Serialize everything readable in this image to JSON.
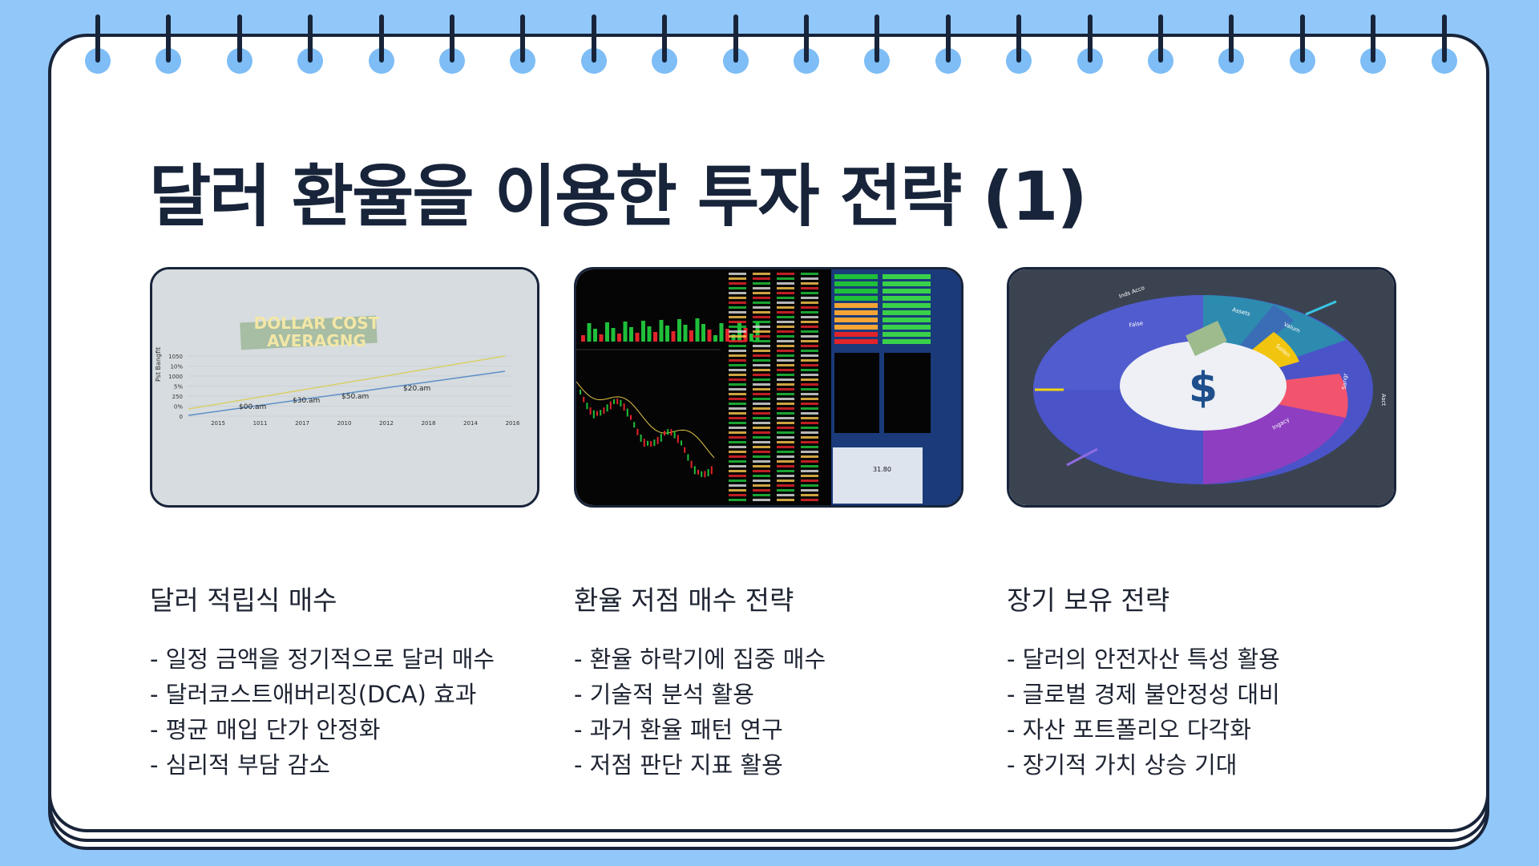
{
  "slide": {
    "title": "달러 환율을 이용한 투자 전략 (1)"
  },
  "colors": {
    "background": "#92c8f9",
    "ink": "#18243a",
    "paper": "#ffffff",
    "ring_hole": "#7ebdf5"
  },
  "images": [
    {
      "id": "dca-chart",
      "banner_line1": "DOLLAR COST",
      "banner_line2": "AVERAGNG",
      "y_axis_label": "Pst Bangfit",
      "y_ticks": [
        "1050",
        "10%",
        "1000",
        "5%",
        "250",
        "0%",
        "0"
      ],
      "x_ticks": [
        "2015",
        "1011",
        "2017",
        "2010",
        "2012",
        "2018",
        "2014",
        "2016"
      ],
      "point_labels": [
        "$00.am",
        "$30.am",
        "$50.am",
        "$20.am"
      ]
    },
    {
      "id": "trading-terminal",
      "price_tag": "31.80"
    },
    {
      "id": "portfolio-pie",
      "center_symbol": "$",
      "segment_labels": [
        "Inds Acco",
        "False",
        "Assets",
        "Valum",
        "Soilen",
        "Sangr",
        "Ingacy",
        "Asct"
      ]
    }
  ],
  "columns": [
    {
      "heading": "달러 적립식 매수",
      "items": [
        "- 일정 금액을 정기적으로 달러 매수",
        "- 달러코스트애버리징(DCA) 효과",
        "- 평균 매입 단가 안정화",
        "- 심리적 부담 감소"
      ]
    },
    {
      "heading": "환율 저점 매수 전략",
      "items": [
        "- 환율 하락기에 집중 매수",
        "- 기술적 분석 활용",
        "- 과거 환율 패턴 연구",
        "- 저점 판단 지표 활용"
      ]
    },
    {
      "heading": "장기 보유 전략",
      "items": [
        "- 달러의 안전자산 특성 활용",
        "- 글로벌 경제 불안정성 대비",
        "- 자산 포트폴리오 다각화",
        "- 장기적 가치 상승 기대"
      ]
    }
  ]
}
